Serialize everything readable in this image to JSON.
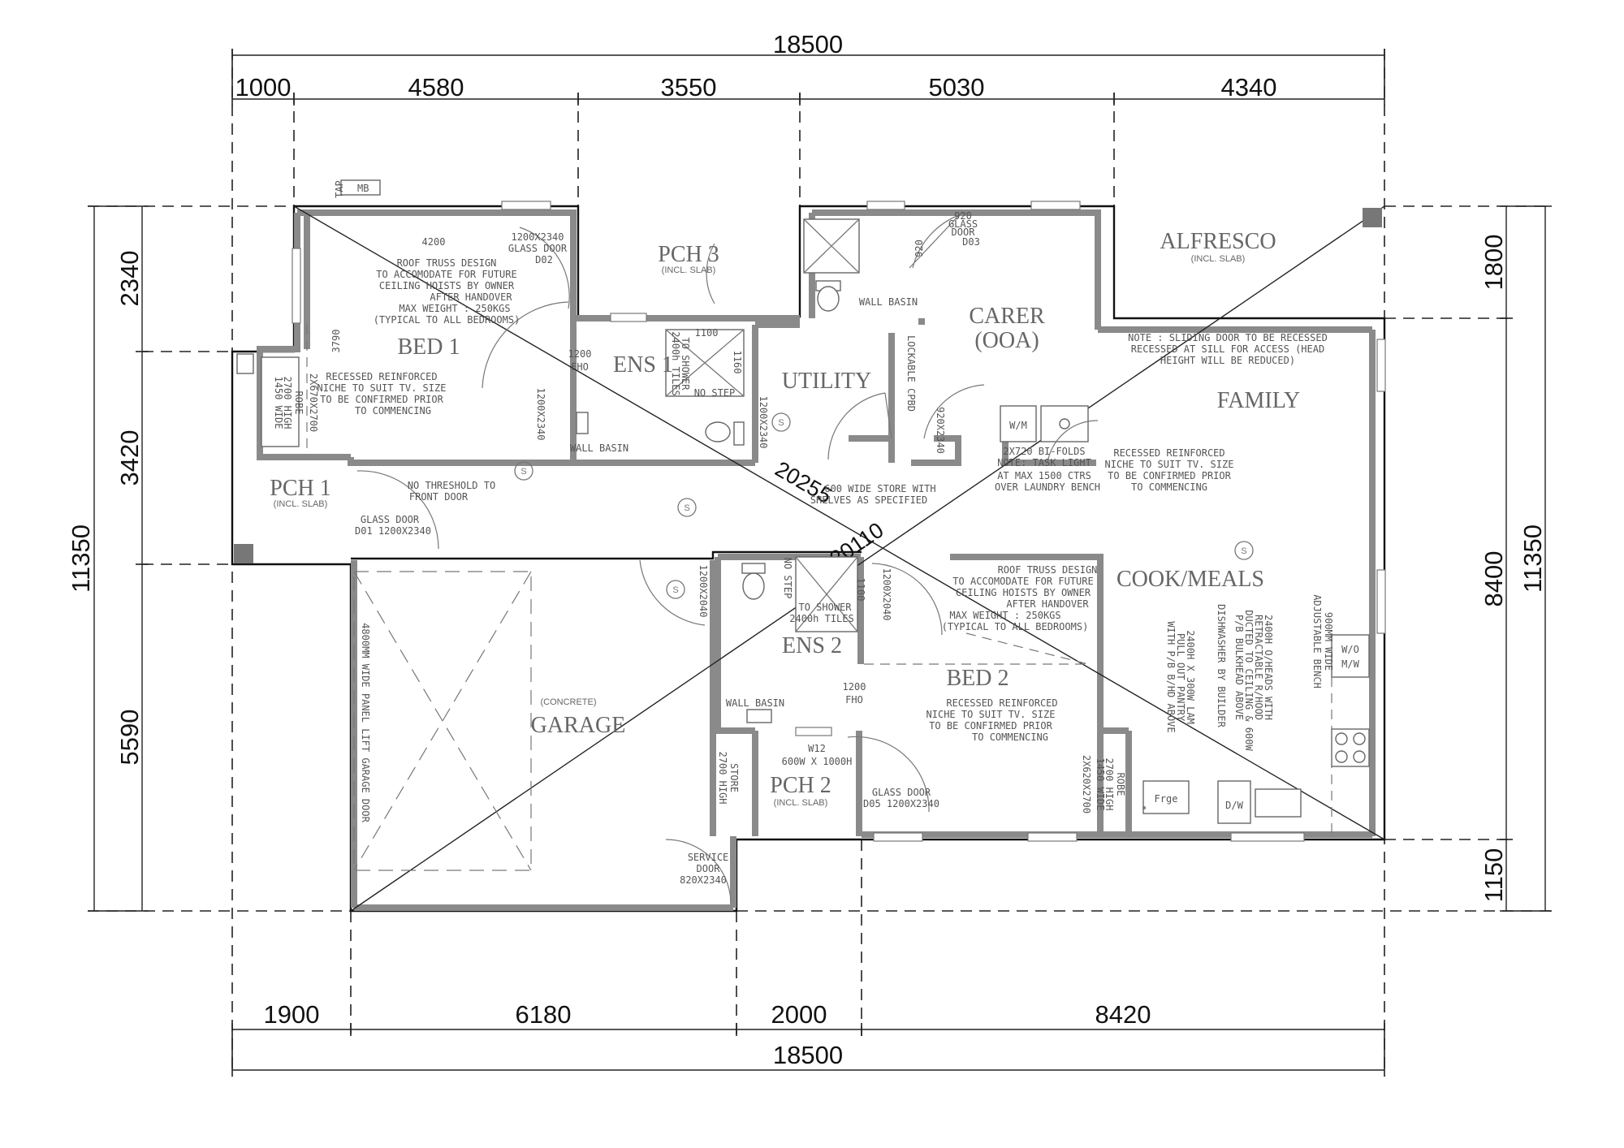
{
  "dimensions": {
    "top_total": "18500",
    "top_segments": [
      "1000",
      "4580",
      "3550",
      "5030",
      "4340"
    ],
    "bottom_segments": [
      "1900",
      "6180",
      "2000",
      "8420"
    ],
    "bottom_total": "18500",
    "left_segments": [
      "2340",
      "3420",
      "5590"
    ],
    "left_total": "11350",
    "right_segments": [
      "1800",
      "8400",
      "1150"
    ],
    "right_total": "11350",
    "diagonal_1": "20255",
    "diagonal_2": "20110"
  },
  "rooms": {
    "bed1": "BED 1",
    "ens1": "ENS 1",
    "pch3": "PCH 3",
    "pch3_sub": "(INCL. SLAB)",
    "utility": "UTILITY",
    "carer": "CARER",
    "carer_sub": "(OOA)",
    "alfresco": "ALFRESCO",
    "alfresco_sub": "(INCL. SLAB)",
    "family": "FAMILY",
    "pch1": "PCH 1",
    "pch1_sub": "(INCL. SLAB)",
    "cook_meals": "COOK/MEALS",
    "ens2": "ENS 2",
    "bed2": "BED 2",
    "garage": "GARAGE",
    "garage_sub": "(CONCRETE)",
    "pch2": "PCH 2",
    "pch2_sub": "(INCL. SLAB)"
  },
  "labels": {
    "mb": "MB",
    "tap": "TAP",
    "d4200": "4200",
    "d3790": "3790",
    "glass_door_d02_a": "1200X2340",
    "glass_door_d02_b": "GLASS DOOR",
    "glass_door_d02_c": "D02",
    "roof_note_1": [
      "ROOF TRUSS DESIGN",
      "TO ACCOMODATE FOR FUTURE",
      "CEILING HOISTS BY OWNER",
      "AFTER HANDOVER",
      "MAX WEIGHT : 250KGS",
      "(TYPICAL TO ALL BEDROOMS)"
    ],
    "niche_note_1": [
      "RECESSED REINFORCED",
      "NICHE TO SUIT TV. SIZE",
      "TO BE CONFIRMED PRIOR",
      "TO COMMENCING"
    ],
    "robe1": [
      "ROBE",
      "2700 HIGH",
      "1450 WIDE"
    ],
    "robe1_door": "2X670X2700",
    "fho_1a": "1200",
    "fho_1b": "FHO",
    "door_1200x2340_a": "1200X2340",
    "shower_1": [
      "TO SHOWER",
      "2400h TILES"
    ],
    "d1100": "1100",
    "d1160": "1160",
    "no_step_1": "NO STEP",
    "wall_basin_1": "WALL BASIN",
    "door_1200x2340_b": "1200X2340",
    "d920_a": "920",
    "d920_b": "920",
    "glass_door_d03": [
      "GLASS",
      "DOOR",
      "D03"
    ],
    "wall_basin_carer": "WALL BASIN",
    "lockable_cpbd": "LOCKABLE CPBD",
    "door_920x2340": "920X2340",
    "wm": "W/M",
    "bifold_note": [
      "2X720 BI-FOLDS",
      "NOTE: TASK LIGHT",
      "AT MAX 1500 CTRS",
      "OVER LAUNDRY BENCH"
    ],
    "store_note": [
      "600 WIDE STORE WITH",
      "SHELVES AS SPECIFIED"
    ],
    "sliding_note": [
      "NOTE : SLIDING DOOR TO BE RECESSED",
      "RECESSED AT SILL FOR ACCESS (HEAD",
      "HEIGHT WILL BE REDUCED)"
    ],
    "niche_note_family": [
      "RECESSED REINFORCED",
      "NICHE TO SUIT TV. SIZE",
      "TO BE CONFIRMED PRIOR",
      "TO COMMENCING"
    ],
    "no_threshold": [
      "NO THRESHOLD TO",
      "FRONT DOOR"
    ],
    "glass_door_d01": [
      "GLASS DOOR",
      "D01 1200X2340"
    ],
    "door_1200x2040_a": "1200X2040",
    "no_step_2": "NO STEP",
    "shower_2": [
      "TO SHOWER",
      "2400h TILES"
    ],
    "d1100_b": "1100",
    "door_1200x2040_b": "1200X2040",
    "roof_note_2": [
      "ROOF TRUSS DESIGN",
      "TO ACCOMODATE FOR FUTURE",
      "CEILING HOISTS BY OWNER",
      "AFTER HANDOVER",
      "MAX WEIGHT : 250KGS",
      "(TYPICAL TO ALL BEDROOMS)"
    ],
    "fho_2a": "1200",
    "fho_2b": "FHO",
    "niche_note_2": [
      "RECESSED REINFORCED",
      "NICHE TO SUIT TV. SIZE",
      "TO BE CONFIRMED PRIOR",
      "TO COMMENCING"
    ],
    "wall_basin_2": "WALL BASIN",
    "w12": [
      "W12",
      "600W X 1000H"
    ],
    "glass_door_d05": [
      "GLASS DOOR",
      "D05 1200X2340"
    ],
    "robe2": [
      "ROBE",
      "2700 HIGH",
      "1450 WIDE"
    ],
    "robe2_door": "2X620X2700",
    "garage_door": "4800MM WIDE PANEL LIFT GARAGE DOOR",
    "store_garage": [
      "STORE",
      "2700 HIGH"
    ],
    "service_door": [
      "SERVICE",
      "DOOR",
      "820X2340"
    ],
    "bench_note": [
      "900MM WIDE",
      "ADJUSTABLE BENCH"
    ],
    "oheads_note": [
      "2400H O/HEADS WITH",
      "RETRACTABLE R/HOOD",
      "DUCTED TO CEILING & 600W",
      "P/B BULKHEAD ABOVE"
    ],
    "dishwasher_note": "DISHWASHER BY BUILDER",
    "pantry_note": [
      "2400H X 300W LAM",
      "PULL OUT PANTRY",
      "WITH P/B B/HD ABOVE"
    ],
    "wo": "W/O",
    "mw": "M/W",
    "frge": "Frge",
    "dw": "D/W",
    "smoke": "S"
  }
}
